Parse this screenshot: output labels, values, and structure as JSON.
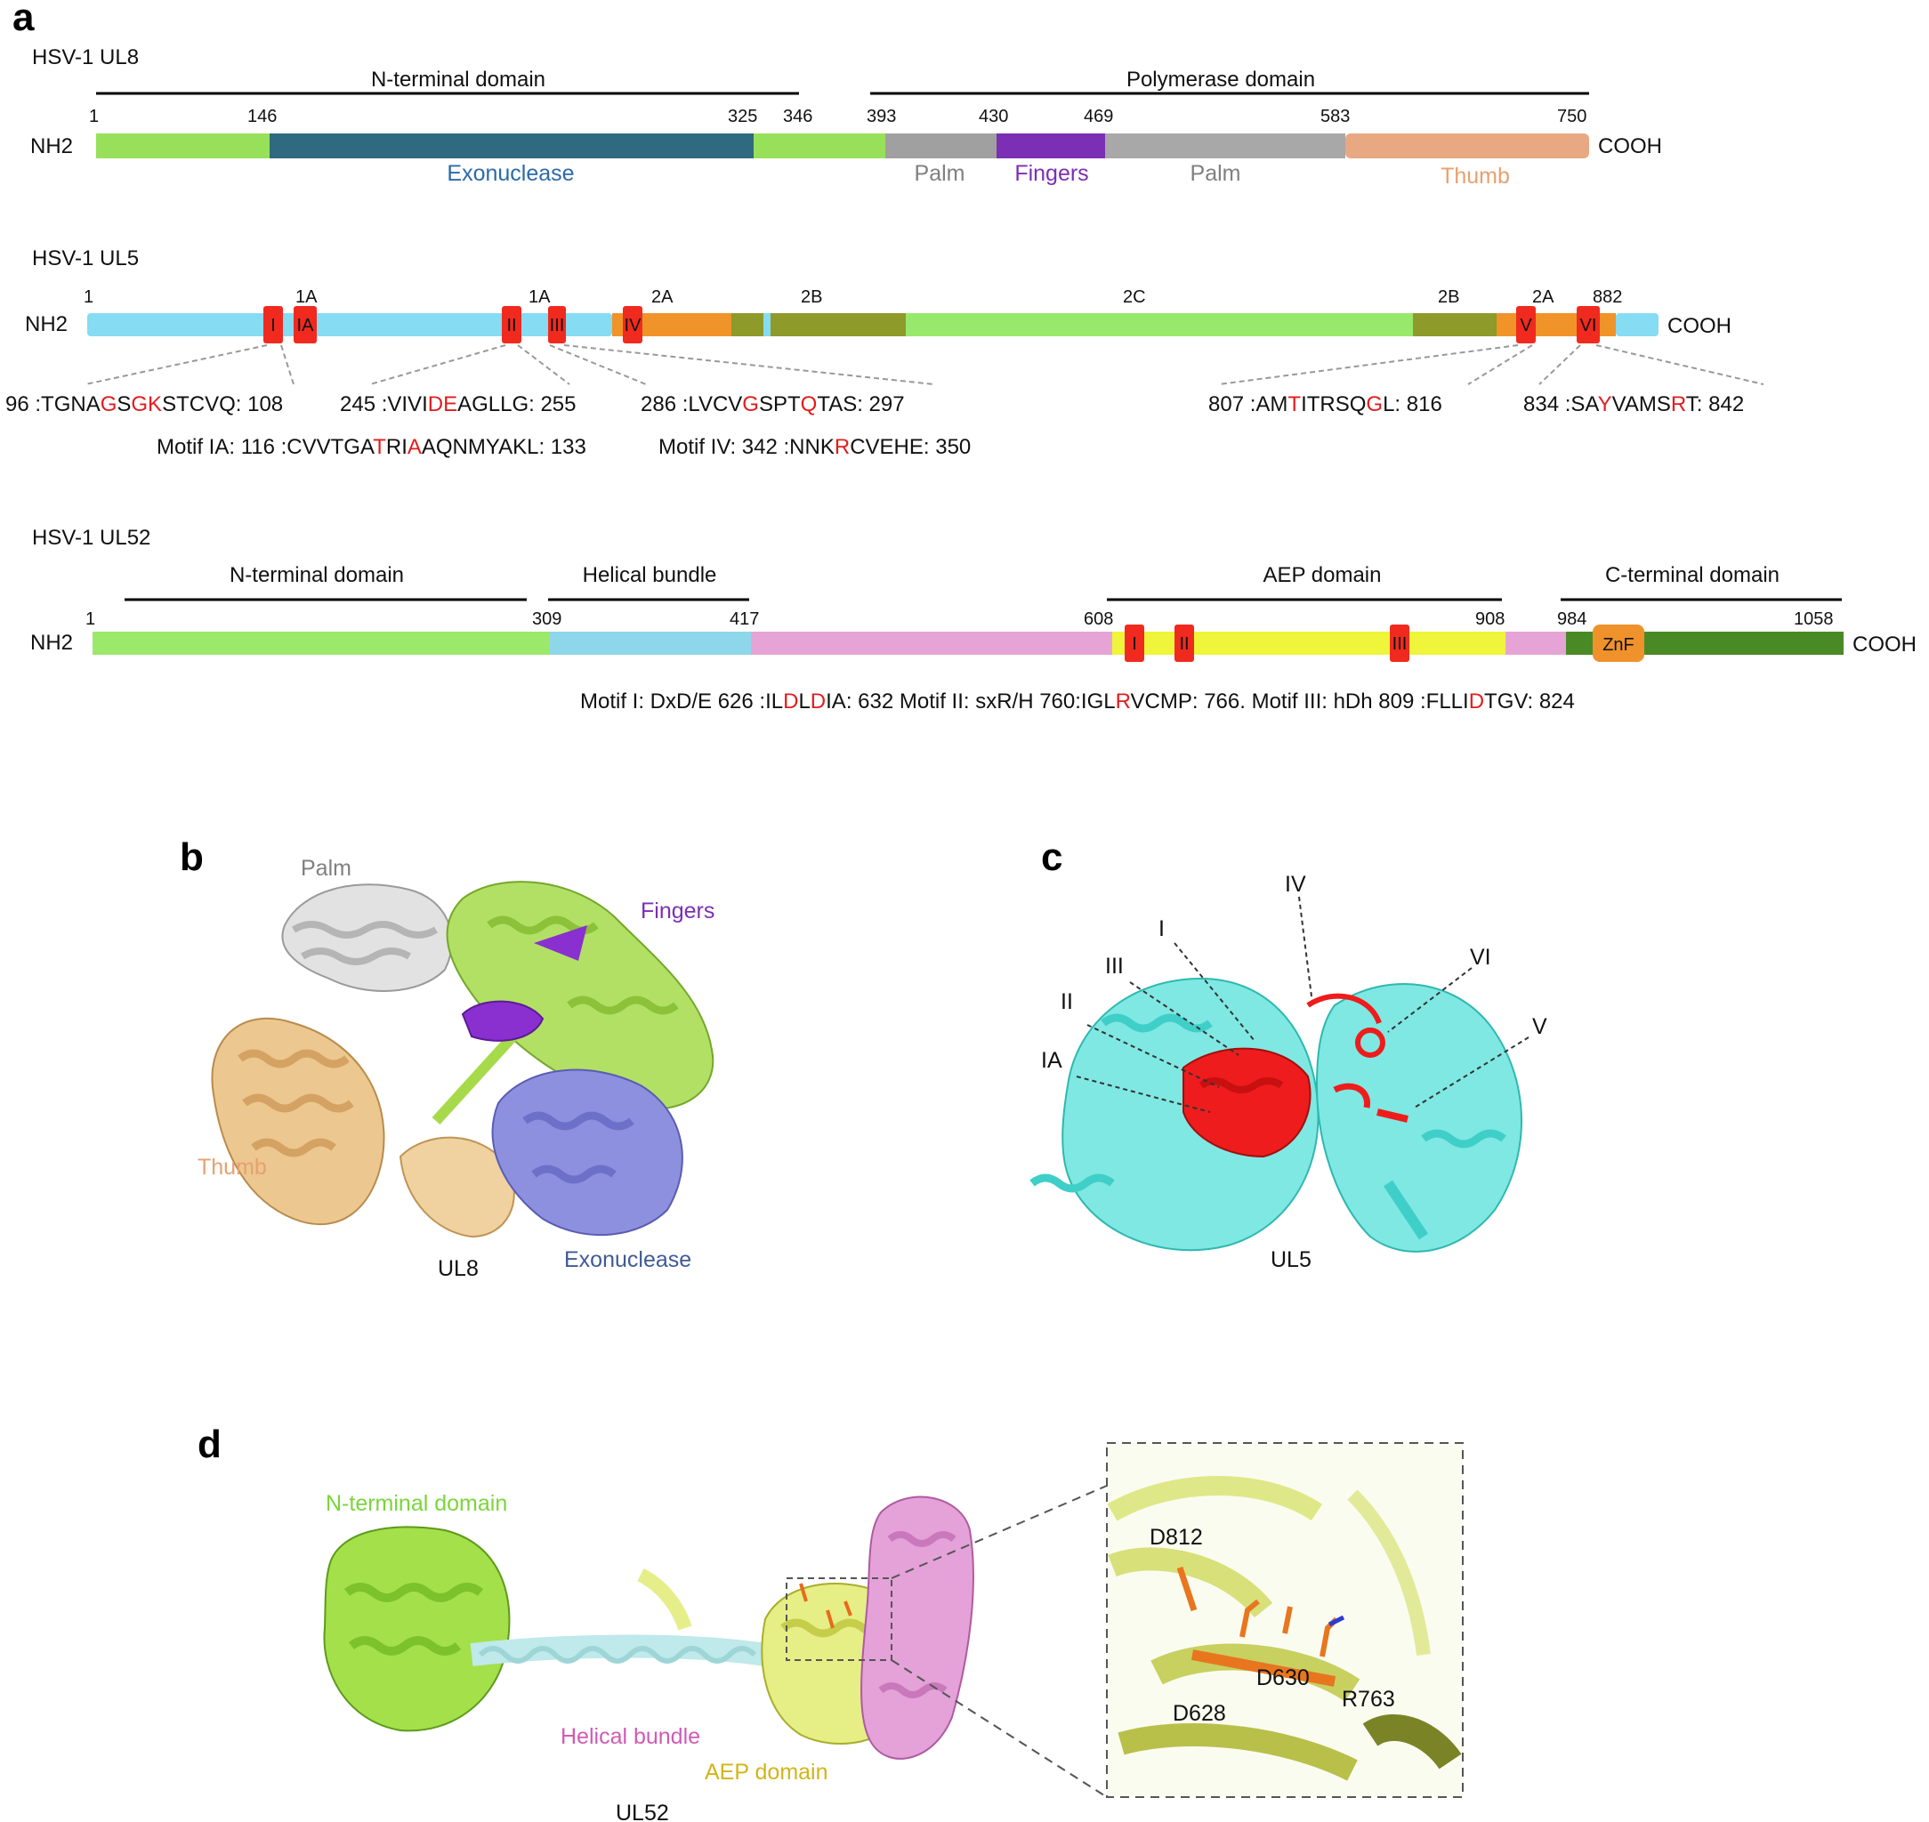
{
  "colors": {
    "ul8_nterm": "#98e05a",
    "ul8_exo": "#2f6a80",
    "ul8_palm1": "#a0a0a0",
    "ul8_fingers": "#7b2fb5",
    "ul8_palm2": "#a8a8a8",
    "ul8_thumb": "#e8a882",
    "ul5_base": "#86dcf2",
    "ul5_2A": "#f0942a",
    "ul5_2B": "#8e9a2a",
    "ul5_2C": "#98e86c",
    "motif_red": "#f02a1e",
    "ul52_nterm": "#9ce86a",
    "ul52_helical": "#8ed7ea",
    "ul52_pink": "#e6a4d6",
    "ul52_aep": "#eef53a",
    "ul52_cterm": "#4a8a26",
    "ul52_znf": "#ef922c",
    "text_exonuclease": "#2c6aa8",
    "text_palm": "#808080",
    "text_fingers": "#7b2fb5",
    "text_thumb": "#e8a070",
    "text_nterm_green": "#7ad53a",
    "text_helical_pink": "#d25ab4",
    "text_aep_yellow": "#d4b416",
    "motif_ribbon": "#ee1c1c",
    "ul5_ribbon": "#5fe0d8"
  },
  "panels": {
    "a": "a",
    "b": "b",
    "c": "c",
    "d": "d"
  },
  "ul8": {
    "name": "HSV-1 UL8",
    "nh2": "NH2",
    "cooh": "COOH",
    "bracket_nterm": "N-terminal domain",
    "bracket_pol": "Polymerase domain",
    "positions": [
      "1",
      "146",
      "325",
      "346",
      "393",
      "430",
      "469",
      "583",
      "750"
    ],
    "seg_labels": {
      "exonuclease": "Exonuclease",
      "palm1": "Palm",
      "fingers": "Fingers",
      "palm2": "Palm",
      "thumb": "Thumb"
    }
  },
  "ul5": {
    "name": "HSV-1 UL5",
    "nh2": "NH2",
    "cooh": "COOH",
    "top_labels": [
      "1",
      "1A",
      "1A",
      "2A",
      "2B",
      "2C",
      "2B",
      "2A",
      "882"
    ],
    "motifs": [
      "I",
      "IA",
      "II",
      "III",
      "IV",
      "V",
      "VI"
    ],
    "seq1": {
      "pre": "96 :TGNA",
      "r1": "G",
      "m1": "S",
      "r2": "GK",
      "post": "STCVQ: 108"
    },
    "seq2": {
      "pre": "245 :VIVI",
      "r1": "DE",
      "post": "AGLLG: 255"
    },
    "seq3": {
      "pre": "286 :LVCV",
      "r1": "G",
      "m1": "SPT",
      "r2": "Q",
      "post": "TAS: 297"
    },
    "seq4": {
      "pre": "807 :AM",
      "r1": "T",
      "m1": "ITRSQ",
      "r2": "G",
      "post": "L: 816"
    },
    "seq5": {
      "pre": "834 :SA",
      "r1": "Y",
      "m1": "VAMS",
      "r2": "R",
      "post": "T: 842"
    },
    "seq6": {
      "pre": "Motif IA: 116 :CVVTGA",
      "r1": "T",
      "m1": "RI",
      "r2": "A",
      "post": "AQNMYAKL: 133"
    },
    "seq7": {
      "pre": "Motif IV: 342 :NNK",
      "r1": "R",
      "post": "CVEHE: 350"
    }
  },
  "ul52": {
    "name": "HSV-1 UL52",
    "nh2": "NH2",
    "cooh": "COOH",
    "bracket_nterm": "N-terminal domain",
    "bracket_helical": "Helical bundle",
    "bracket_aep": "AEP domain",
    "bracket_cterm": "C-terminal domain",
    "positions": [
      "1",
      "309",
      "417",
      "608",
      "908",
      "984",
      "1058"
    ],
    "motifs": [
      "I",
      "II",
      "III"
    ],
    "znf": "ZnF",
    "motif_line": {
      "p1": "Motif I: DxD/E 626 :IL",
      "r1": "D",
      "p2": "L",
      "r2": "D",
      "p3": "IA: 632  Motif II: sxR/H 760:IGL",
      "r3": "R",
      "p4": "VCMP: 766. Motif III: hDh 809 :FLLI",
      "r4": "D",
      "p5": "TGV: 824"
    }
  },
  "panel_b": {
    "palm": "Palm",
    "fingers": "Fingers",
    "thumb": "Thumb",
    "exonuclease": "Exonuclease",
    "protein": "UL8"
  },
  "panel_c": {
    "motifs": [
      "IV",
      "I",
      "III",
      "II",
      "IA",
      "VI",
      "V"
    ],
    "protein": "UL5"
  },
  "panel_d": {
    "nterm": "N-terminal domain",
    "helical": "Helical bundle",
    "aep": "AEP domain",
    "protein": "UL52",
    "residues": [
      "D812",
      "D630",
      "D628",
      "R763"
    ]
  }
}
